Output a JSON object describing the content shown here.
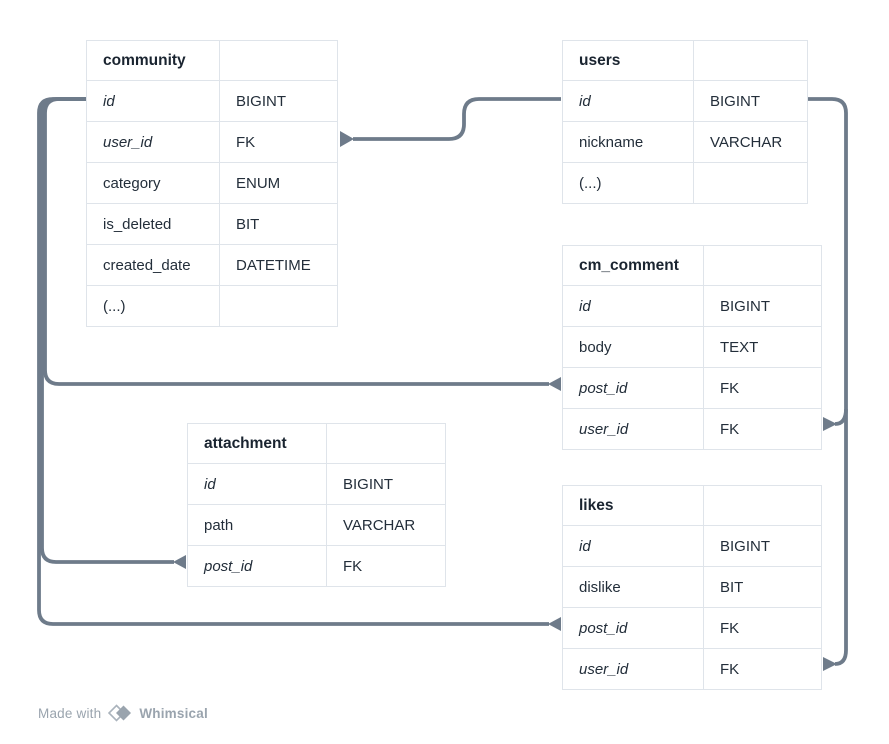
{
  "canvas": {
    "background": "#ffffff",
    "line_color": "#6e7b8a",
    "border_color": "#dfe4ea",
    "text_color": "#232e3a",
    "header_text_color": "#1a2430",
    "footer_text_color": "#9aa4ae"
  },
  "tables": [
    {
      "name": "community",
      "rows": [
        {
          "field": "id",
          "type": "BIGINT",
          "em": true
        },
        {
          "field": "user_id",
          "type": "FK",
          "em": true
        },
        {
          "field": "category",
          "type": "ENUM",
          "em": false
        },
        {
          "field": "is_deleted",
          "type": "BIT",
          "em": false
        },
        {
          "field": "created_date",
          "type": "DATETIME",
          "em": false
        },
        {
          "field": "(...)",
          "type": "",
          "em": false
        }
      ]
    },
    {
      "name": "users",
      "rows": [
        {
          "field": "id",
          "type": "BIGINT",
          "em": true
        },
        {
          "field": "nickname",
          "type": "VARCHAR",
          "em": false
        },
        {
          "field": "(...)",
          "type": "",
          "em": false
        }
      ]
    },
    {
      "name": "cm_comment",
      "rows": [
        {
          "field": "id",
          "type": "BIGINT",
          "em": true
        },
        {
          "field": "body",
          "type": "TEXT",
          "em": false
        },
        {
          "field": "post_id",
          "type": "FK",
          "em": true
        },
        {
          "field": "user_id",
          "type": "FK",
          "em": true
        }
      ]
    },
    {
      "name": "attachment",
      "rows": [
        {
          "field": "id",
          "type": "BIGINT",
          "em": true
        },
        {
          "field": "path",
          "type": "VARCHAR",
          "em": false
        },
        {
          "field": "post_id",
          "type": "FK",
          "em": true
        }
      ]
    },
    {
      "name": "likes",
      "rows": [
        {
          "field": "id",
          "type": "BIGINT",
          "em": true
        },
        {
          "field": "dislike",
          "type": "BIT",
          "em": false
        },
        {
          "field": "post_id",
          "type": "FK",
          "em": true
        },
        {
          "field": "user_id",
          "type": "FK",
          "em": true
        }
      ]
    }
  ],
  "connectors": [
    {
      "from": "community.user_id",
      "to": "users.id"
    },
    {
      "from": "community.id",
      "to": "cm_comment.post_id"
    },
    {
      "from": "community.id",
      "to": "attachment.post_id"
    },
    {
      "from": "community.id",
      "to": "likes.post_id"
    },
    {
      "from": "users.id",
      "to": "cm_comment.user_id"
    },
    {
      "from": "users.id",
      "to": "likes.user_id"
    }
  ],
  "footer": {
    "made_with": "Made with",
    "brand": "Whimsical"
  }
}
